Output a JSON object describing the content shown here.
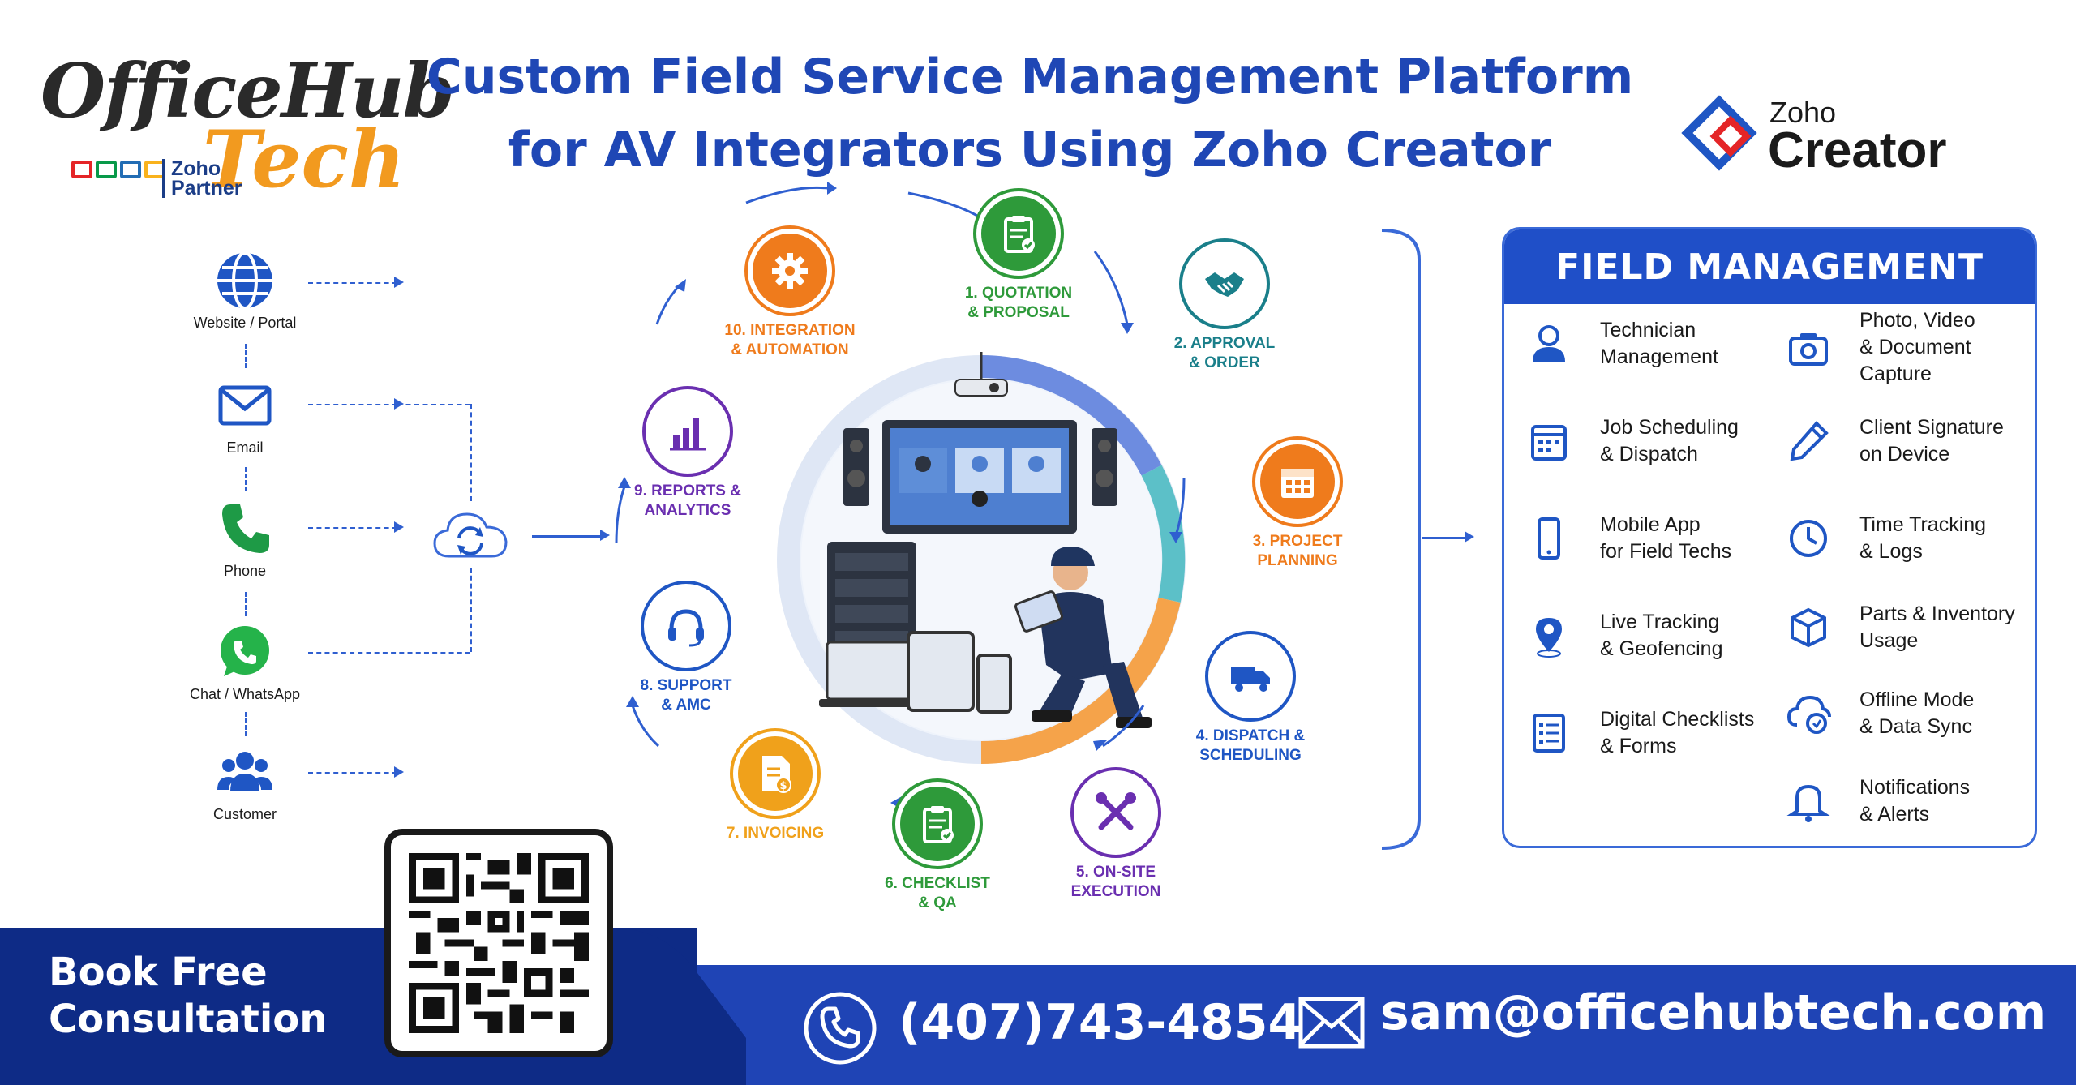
{
  "header": {
    "brand_office": "OfficeHub",
    "brand_tech": "Tech",
    "brand_partner": "Zoho\nPartner",
    "title": "Custom Field Service Management Platform\nfor AV Integrators Using Zoho Creator",
    "creator_zoho": "Zoho",
    "creator_name": "Creator"
  },
  "channels": [
    {
      "label": "Website / Portal",
      "icon": "globe-icon"
    },
    {
      "label": "Email",
      "icon": "envelope-icon"
    },
    {
      "label": "Phone",
      "icon": "phone-icon"
    },
    {
      "label": "Chat / WhatsApp",
      "icon": "whatsapp-icon"
    },
    {
      "label": "Customer",
      "icon": "users-icon"
    }
  ],
  "cycle": [
    {
      "label": "1. QUOTATION\n& PROPOSAL",
      "color": "#2e9a3a",
      "icon": "clipboard-check-icon"
    },
    {
      "label": "2. APPROVAL\n& ORDER",
      "color": "#1a7f8a",
      "icon": "handshake-icon"
    },
    {
      "label": "3. PROJECT\nPLANNING",
      "color": "#ef7b1c",
      "icon": "calendar-icon"
    },
    {
      "label": "4. DISPATCH &\nSCHEDULING",
      "color": "#1f56c4",
      "icon": "truck-icon"
    },
    {
      "label": "5. ON-SITE\nEXECUTION",
      "color": "#6a2fb0",
      "icon": "tools-icon"
    },
    {
      "label": "6. CHECKLIST\n& QA",
      "color": "#2e9a3a",
      "icon": "clipboard-check-icon"
    },
    {
      "label": "7. INVOICING",
      "color": "#f0a11b",
      "icon": "invoice-icon"
    },
    {
      "label": "8. SUPPORT\n& AMC",
      "color": "#1f56c4",
      "icon": "headset-icon"
    },
    {
      "label": "9. REPORTS &\nANALYTICS",
      "color": "#6a2fb0",
      "icon": "bar-chart-icon"
    },
    {
      "label": "10. INTEGRATION\n& AUTOMATION",
      "color": "#ef7b1c",
      "icon": "gear-icon"
    }
  ],
  "panel": {
    "title": "FIELD MANAGEMENT",
    "features_left": [
      {
        "label": "Technician\nManagement",
        "icon": "person-icon"
      },
      {
        "label": "Job Scheduling\n& Dispatch",
        "icon": "calendar-icon"
      },
      {
        "label": "Mobile App\nfor Field Techs",
        "icon": "smartphone-icon"
      },
      {
        "label": "Live Tracking\n& Geofencing",
        "icon": "map-pin-icon"
      },
      {
        "label": "Digital Checklists\n& Forms",
        "icon": "checklist-icon"
      }
    ],
    "features_right": [
      {
        "label": "Photo, Video\n& Document\nCapture",
        "icon": "camera-icon"
      },
      {
        "label": "Client Signature\non Device",
        "icon": "pen-icon"
      },
      {
        "label": "Time Tracking\n& Logs",
        "icon": "clock-icon"
      },
      {
        "label": "Parts & Inventory\nUsage",
        "icon": "box-icon"
      },
      {
        "label": "Offline Mode\n& Data Sync",
        "icon": "cloud-sync-icon"
      },
      {
        "label": "Notifications\n& Alerts",
        "icon": "bell-icon"
      }
    ]
  },
  "footer": {
    "cta": "Book Free\nConsultation",
    "phone": "(407)743-4854",
    "email": "sam@officehubtech.com"
  },
  "colors": {
    "primary_blue": "#1f47b5",
    "footer_dark": "#0e2b86",
    "footer_blue": "#1f44b5",
    "accent_orange": "#f29a1f"
  }
}
